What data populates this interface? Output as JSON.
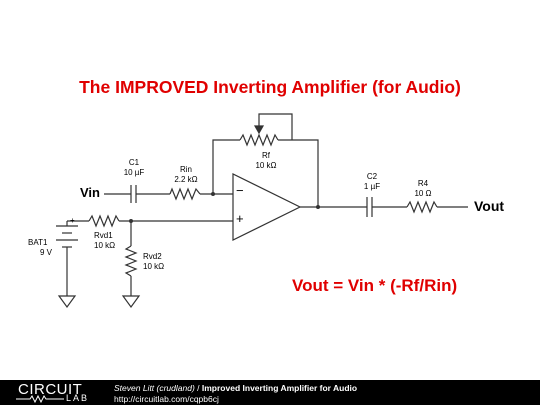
{
  "title": "The IMPROVED Inverting Amplifier (for Audio)",
  "formula": "Vout = Vin * (-Rf/Rin)",
  "nodes": {
    "vin": "Vin",
    "vout": "Vout"
  },
  "opamp": {
    "minus": "−",
    "plus": "+"
  },
  "components": {
    "c1": {
      "name": "C1",
      "value": "10 µF"
    },
    "rin": {
      "name": "Rin",
      "value": "2.2 kΩ"
    },
    "rf": {
      "name": "Rf",
      "value": "10 kΩ"
    },
    "c2": {
      "name": "C2",
      "value": "1 µF"
    },
    "r4": {
      "name": "R4",
      "value": "10 Ω"
    },
    "rvd1": {
      "name": "Rvd1",
      "value": "10 kΩ"
    },
    "rvd2": {
      "name": "Rvd2",
      "value": "10 kΩ"
    },
    "bat1": {
      "name": "BAT1",
      "value": "9 V",
      "plus": "+"
    }
  },
  "footer": {
    "logo_top": "CIRCUIT",
    "logo_bottom": "LAB",
    "author": "Steven Litt (crudland)",
    "separator": " / ",
    "project_title": "Improved Inverting Amplifier for Audio",
    "url": "http://circuitlab.com/cqpb6cj"
  },
  "colors": {
    "title": "#e00000",
    "formula": "#e00000",
    "wire": "#333333",
    "footer_bg": "#000000"
  }
}
